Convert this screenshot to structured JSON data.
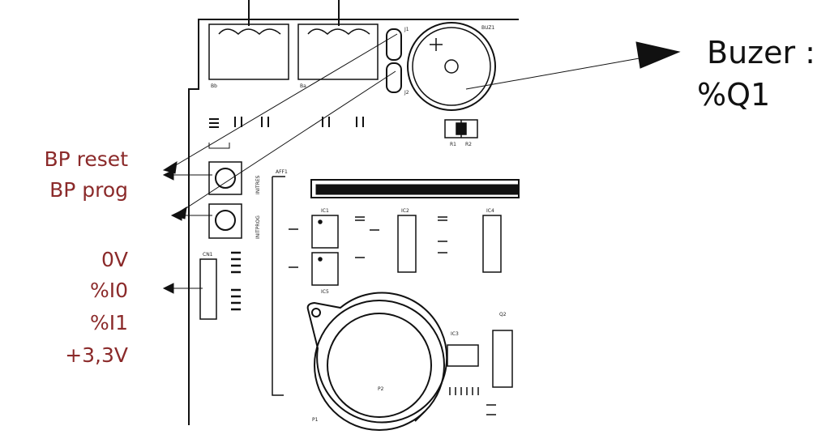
{
  "annotations": {
    "buzzer": {
      "title": "Buzer :",
      "signal": "%Q1"
    },
    "buttons": {
      "reset": "BP reset",
      "prog": "BP prog"
    },
    "connector_pins": [
      "0V",
      "%I0",
      "%I1",
      "+3,3V"
    ]
  },
  "board_labels": {
    "terminal_left": "Bb",
    "terminal_right": "Ba",
    "jumper_top": "J1",
    "jumper_bottom": "J2",
    "buzzer": "BUZ1",
    "r1": "R1",
    "r2": "R2",
    "aff": "AFF1",
    "ic1": "IC1",
    "ic2": "IC2",
    "ic3": "IC3",
    "ic4": "IC4",
    "ic5": "IC5",
    "p2": "P2",
    "p1": "P1",
    "q2": "Q2",
    "conn": "CN1",
    "initprog": "INITPROG",
    "initreset": "INITRES"
  },
  "colors": {
    "accent_text": "#8b2a2a",
    "line": "#111111"
  }
}
